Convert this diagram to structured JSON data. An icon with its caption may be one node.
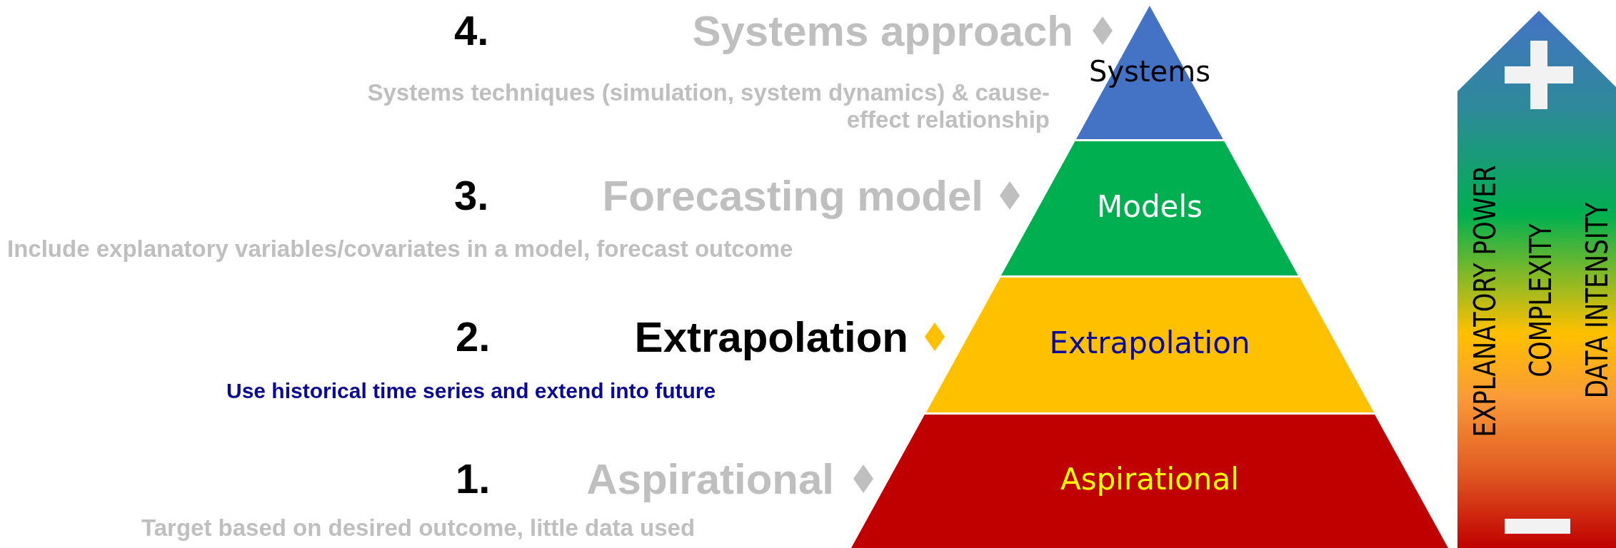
{
  "diagram": {
    "nodes": [
      {
        "text": [
          "Systems"
        ]
      },
      {
        "text": [
          "Models"
        ]
      },
      {
        "text": [
          "Extrapolation"
        ]
      },
      {
        "text": [
          "Aspirational"
        ]
      },
      {
        "text": [
          "EXPLANATORY POWER",
          "COMPLEXITY",
          "DATA INTENSITY"
        ]
      }
    ],
    "edges": [],
    "labels": [
      "4.",
      "Systems approach",
      "Systems techniques (simulation, system dynamics) & cause-effect relationship",
      "3.",
      "Forecasting model",
      "Include explanatory variables/covariates in a model, forecast outcome",
      "2.",
      "Extrapolation",
      "Use historical time series and extend into future",
      "1.",
      "Aspirational",
      "Target based on desired outcome, little data used"
    ]
  }
}
